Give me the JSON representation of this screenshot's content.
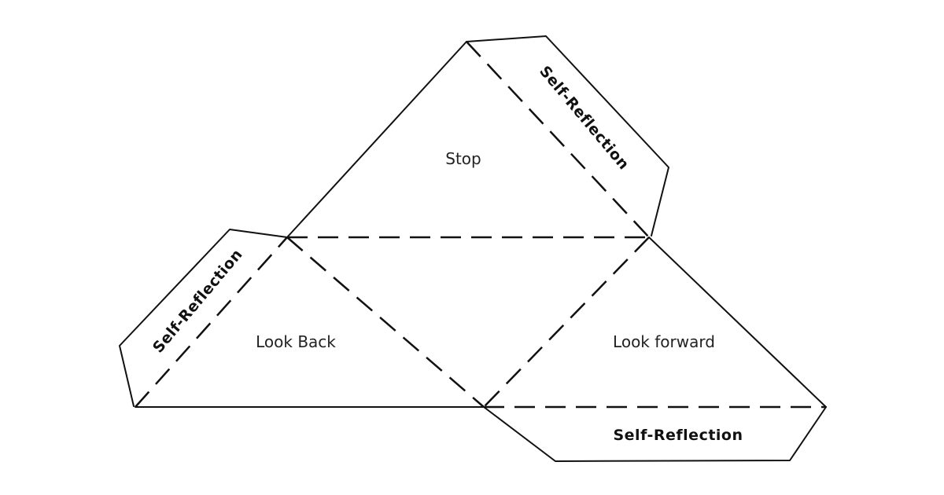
{
  "diagram": {
    "faces": {
      "top": "Stop",
      "left": "Look Back",
      "right": "Look forward"
    },
    "flaps": {
      "top_right": "Self-Reflection",
      "left": "Self-Reflection",
      "bottom": "Self-Reflection"
    }
  }
}
